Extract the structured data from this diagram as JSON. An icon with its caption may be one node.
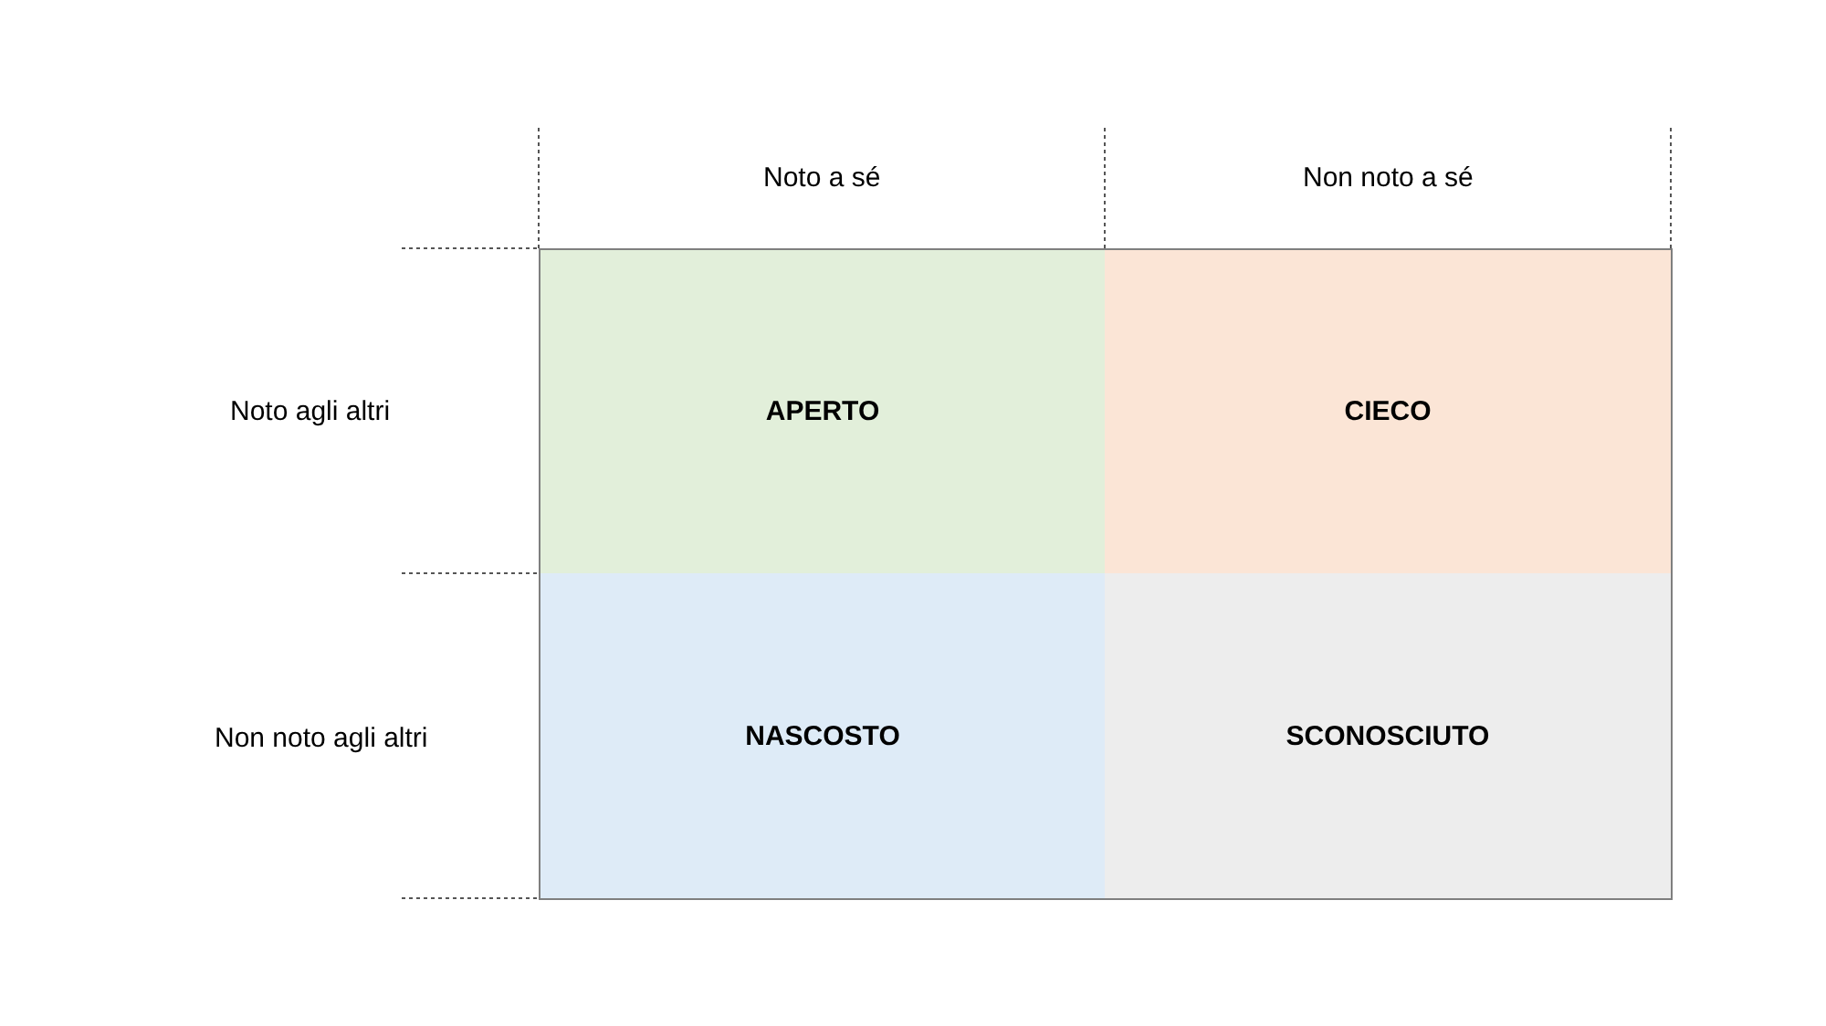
{
  "diagram": {
    "nodes": [
      {
        "text": [
          "APERTO"
        ]
      },
      {
        "text": [
          "CIECO"
        ]
      },
      {
        "text": [
          "NASCOSTO"
        ]
      },
      {
        "text": [
          "SCONOSCIUTO"
        ]
      }
    ],
    "labels": [
      "Noto a sé",
      "Non noto a sé",
      "Noto agli altri",
      "Non noto agli altri"
    ]
  }
}
